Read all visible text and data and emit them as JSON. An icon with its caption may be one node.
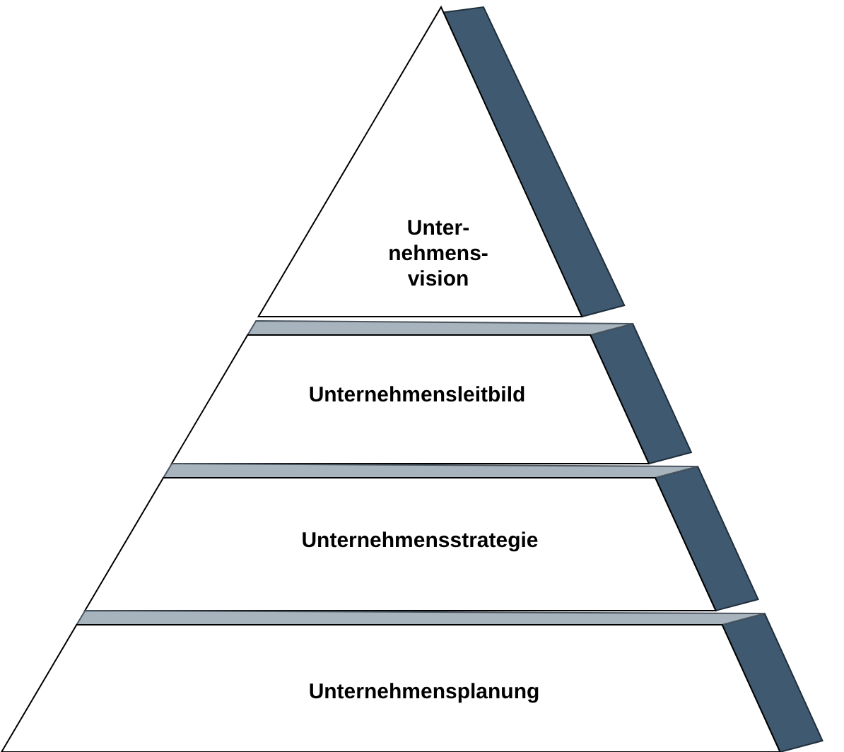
{
  "diagram": {
    "nodes": [
      {
        "text": [
          "Unter- nehmens- vision"
        ]
      },
      {
        "text": [
          "Unternehmensleitbild"
        ]
      },
      {
        "text": [
          "Unternehmensstrategie"
        ]
      },
      {
        "text": [
          "Unternehmensplanung"
        ]
      }
    ]
  }
}
